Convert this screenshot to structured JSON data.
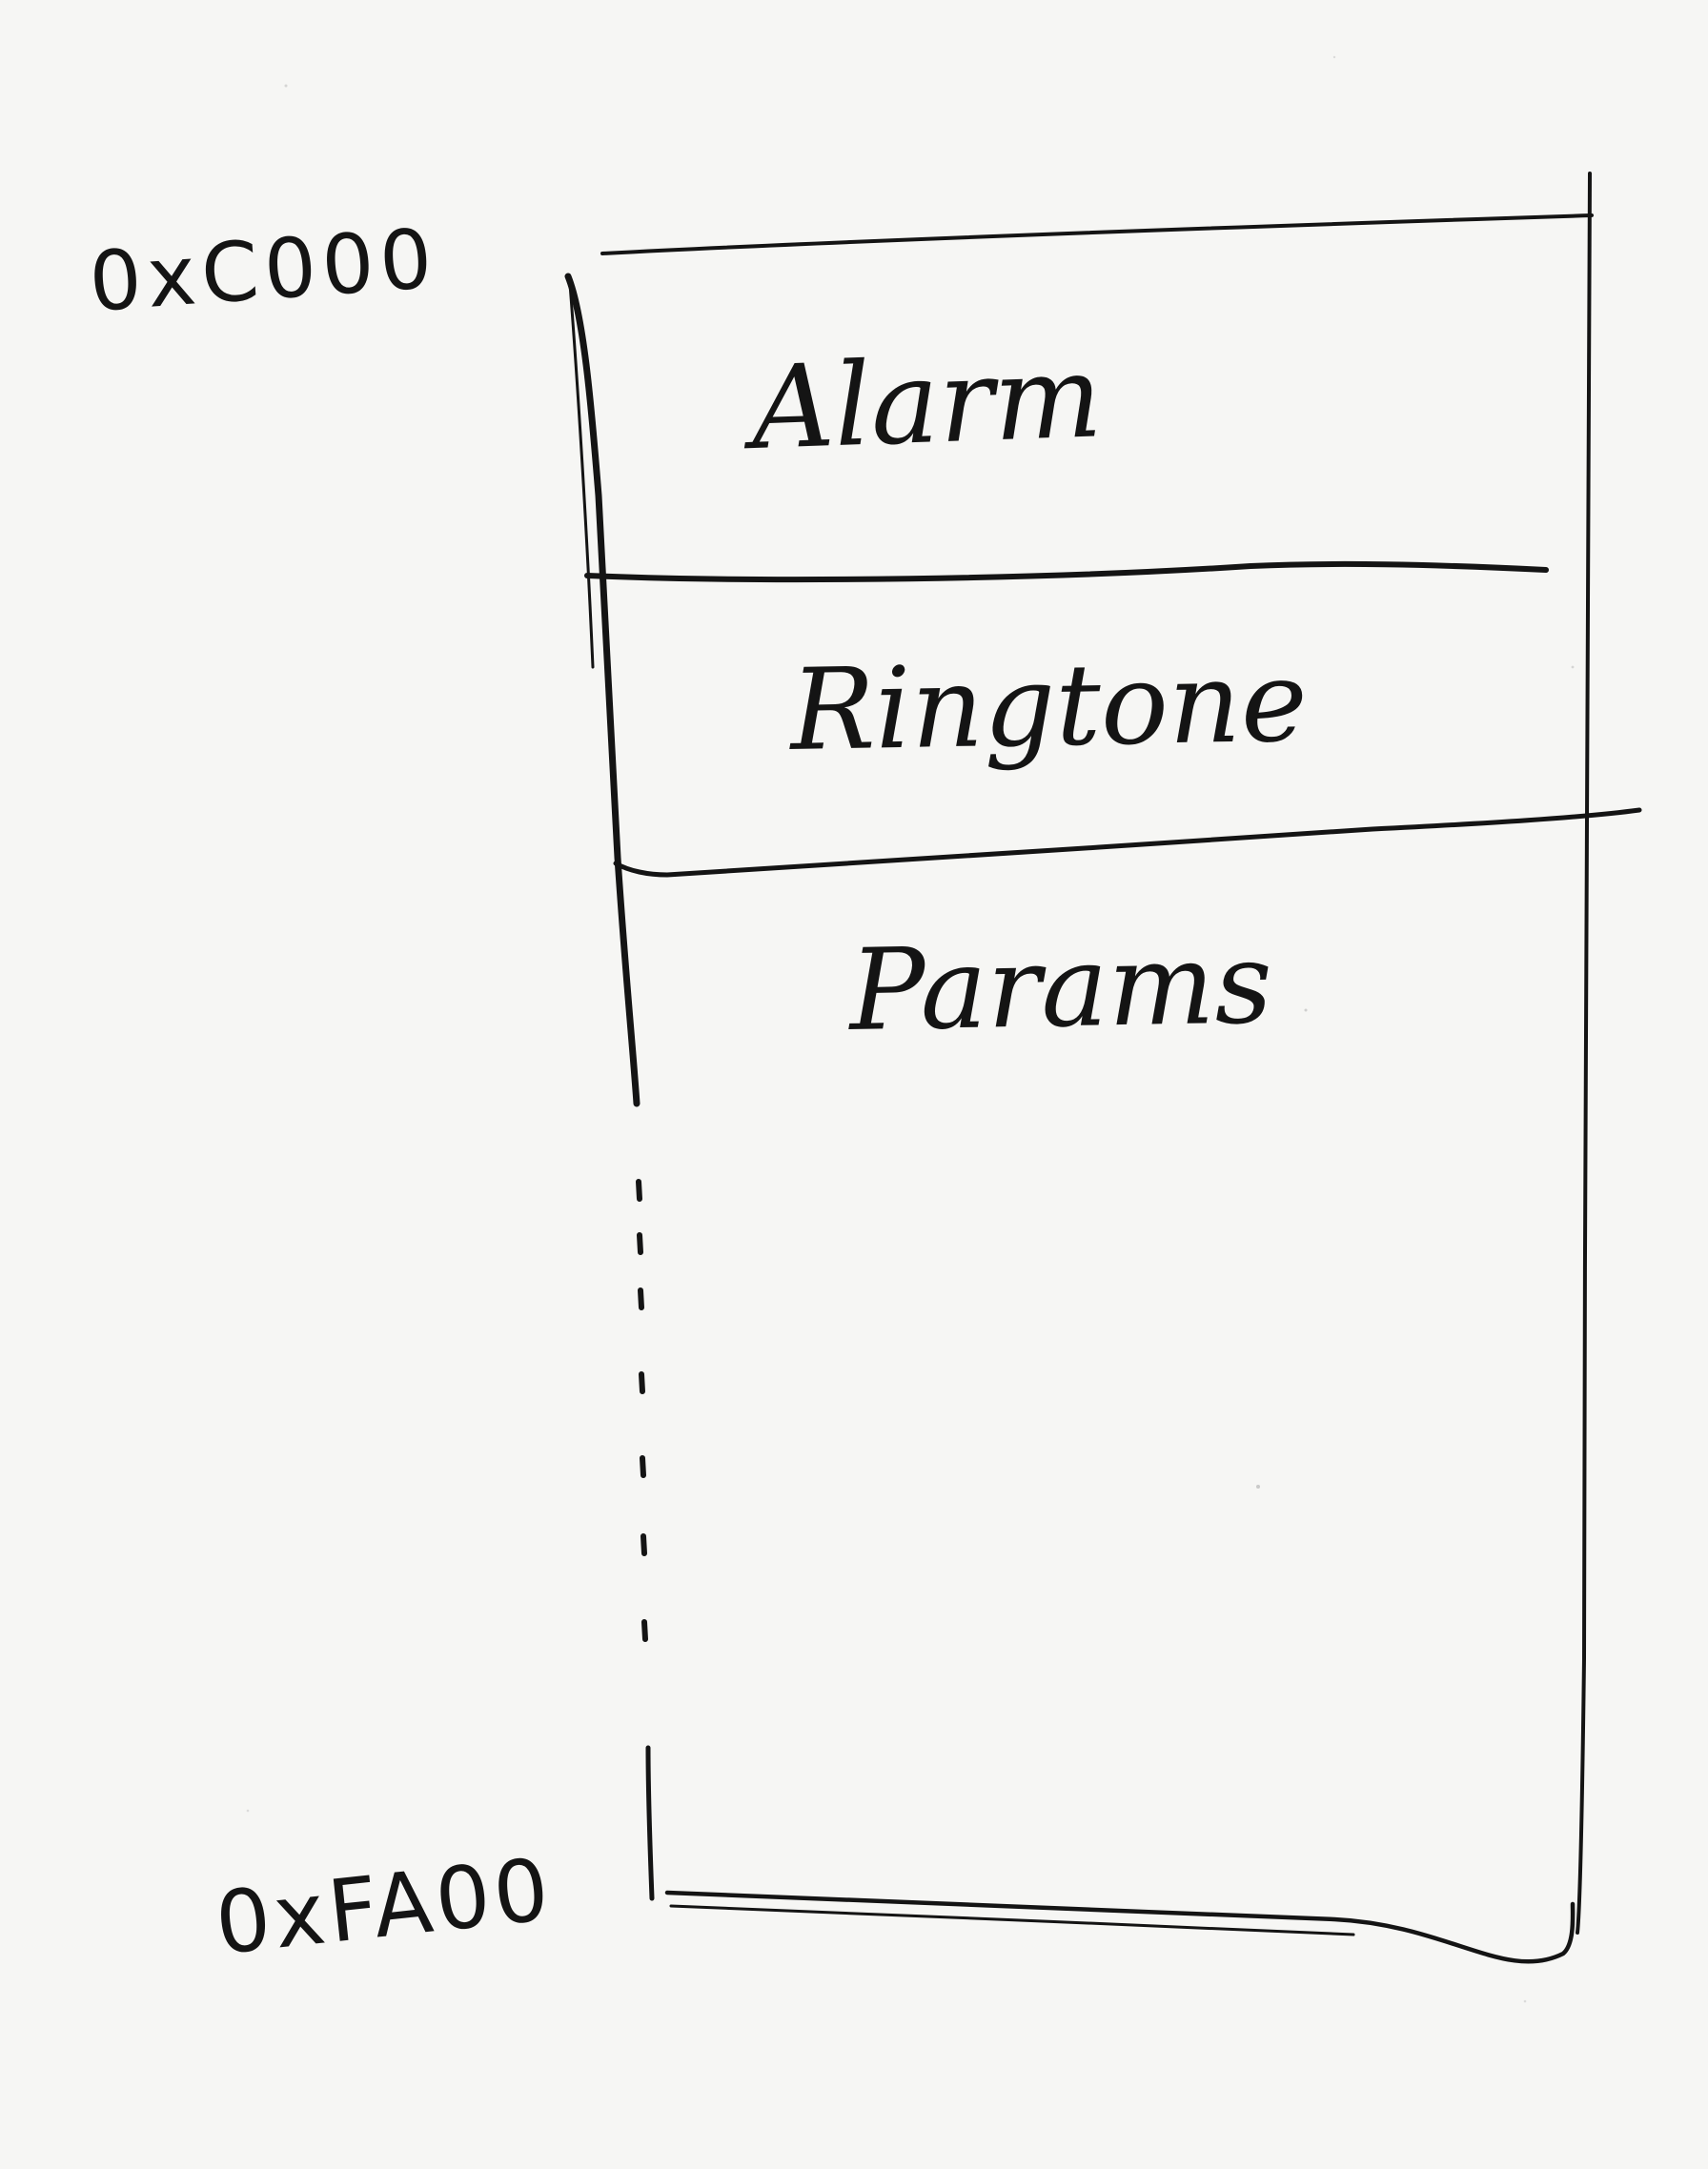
{
  "diagram": {
    "start_address": "0xC000",
    "end_address": "0xFA00",
    "segments": [
      {
        "label": "Alarm"
      },
      {
        "label": "Ringtone"
      },
      {
        "label": "Params"
      }
    ]
  }
}
